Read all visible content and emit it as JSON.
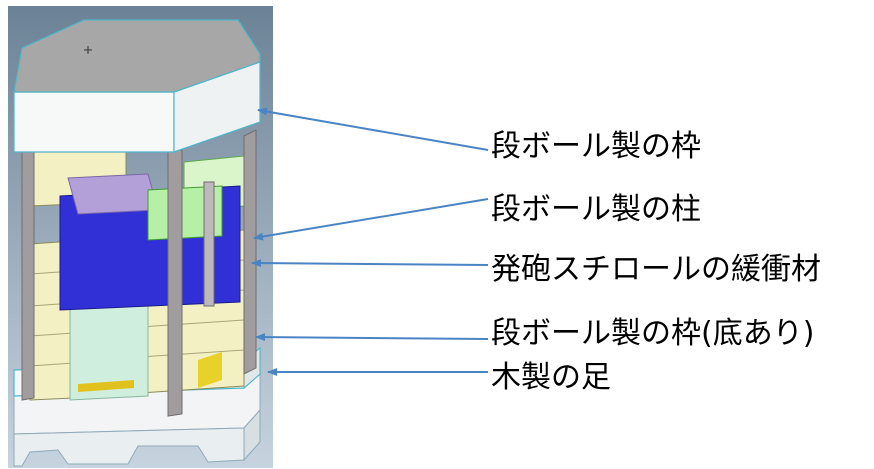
{
  "labels": {
    "cardboard_frame": "段ボール製の枠",
    "cardboard_pillar": "段ボール製の柱",
    "styrofoam_cushion": "発砲スチロールの緩衝材",
    "cardboard_frame_with_bottom": "段ボール製の枠(底あり)",
    "wooden_feet": "木製の足"
  },
  "colors": {
    "arrow": "#4a84c4",
    "background_top": "#6b8296",
    "background_bottom": "#c7d4df",
    "cushion_yellow": "#f3f1c4",
    "blue_product": "#3030d6",
    "green_part": "#b6f0a6",
    "cardboard_pillar": "#a19d9f",
    "cardboard_frame": "#f7f9f9",
    "frame_edge": "#4fb5c8"
  }
}
